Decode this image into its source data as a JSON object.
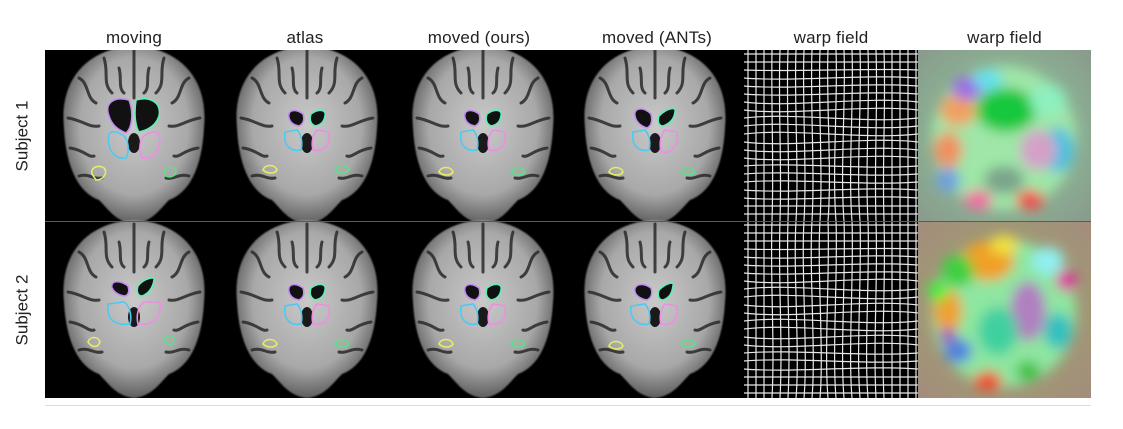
{
  "figure": {
    "columns": [
      {
        "key": "moving",
        "label": "moving"
      },
      {
        "key": "atlas",
        "label": "atlas"
      },
      {
        "key": "moved_ours",
        "label": "moved (ours)"
      },
      {
        "key": "moved_ants",
        "label": "moved (ANTs)"
      },
      {
        "key": "warp_grid",
        "label": "warp field"
      },
      {
        "key": "warp_rgb",
        "label": "warp field"
      }
    ],
    "rows": [
      {
        "key": "subject1",
        "label": "Subject 1"
      },
      {
        "key": "subject2",
        "label": "Subject 2"
      }
    ],
    "roi_colors": {
      "left_ventricle": "#c38cf2",
      "right_ventricle": "#5ef0b4",
      "left_thalamus": "#4ec9f0",
      "right_thalamus": "#f08ce6",
      "left_hippocampus": "#e6ec6a",
      "right_hippocampus": "#5ce08a"
    }
  }
}
